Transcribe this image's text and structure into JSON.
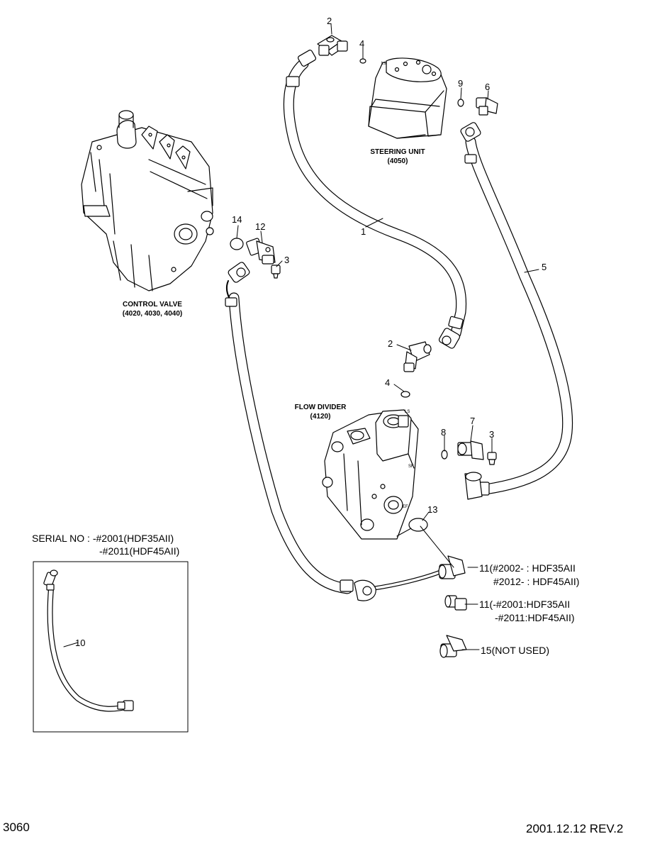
{
  "components": {
    "steering_unit": {
      "name": "STEERING UNIT",
      "code": "(4050)"
    },
    "control_valve": {
      "name": "CONTROL VALVE",
      "code": "(4020, 4030, 4040)"
    },
    "flow_divider": {
      "name": "FLOW DIVIDER",
      "code": "(4120)"
    }
  },
  "ports": {
    "ls_top": "LS",
    "ls_fd": "LS",
    "sf": "SF",
    "ef": "EF"
  },
  "callouts": {
    "c1": "1",
    "c2a": "2",
    "c2b": "2",
    "c3a": "3",
    "c3b": "3",
    "c4a": "4",
    "c4b": "4",
    "c5": "5",
    "c6": "6",
    "c7": "7",
    "c8": "8",
    "c9": "9",
    "c10": "10",
    "c12": "12",
    "c13": "13",
    "c14": "14"
  },
  "notes": {
    "n11a_line1": "11(#2002- : HDF35AII",
    "n11a_line2": "#2012- : HDF45AII)",
    "n11b_line1": "11(-#2001:HDF35AII",
    "n11b_line2": "-#2011:HDF45AII)",
    "n15": "15(NOT USED)"
  },
  "serial": {
    "line1": "SERIAL NO : -#2001(HDF35AII)",
    "line2": "-#2011(HDF45AII)"
  },
  "footer": {
    "page": "3060",
    "revision": "2001.12.12 REV.2"
  }
}
